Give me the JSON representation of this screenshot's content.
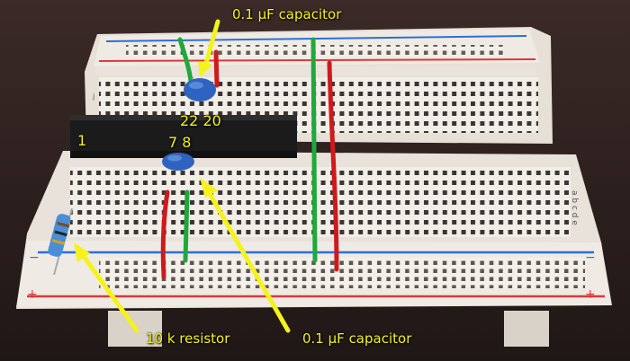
{
  "annotations": {
    "top_capacitor_label": "0.1 µF capacitor",
    "bottom_capacitor_label": "0.1 µF capacitor",
    "resistor_label": "10 k resistor",
    "pin_1": "1",
    "pins_7_8": "7 8",
    "pins_22_20": "22 20"
  },
  "colors": {
    "annotation": "#f5f21c",
    "board": "#ece7e0",
    "rail_blue": "#2d6fd6",
    "rail_red": "#d93a3a",
    "wire_green": "#1fa83b",
    "wire_red": "#d0191c",
    "chip": "#1a1a1a",
    "capacitor": "#2f63c2",
    "resistor": "#4a8ed6"
  }
}
